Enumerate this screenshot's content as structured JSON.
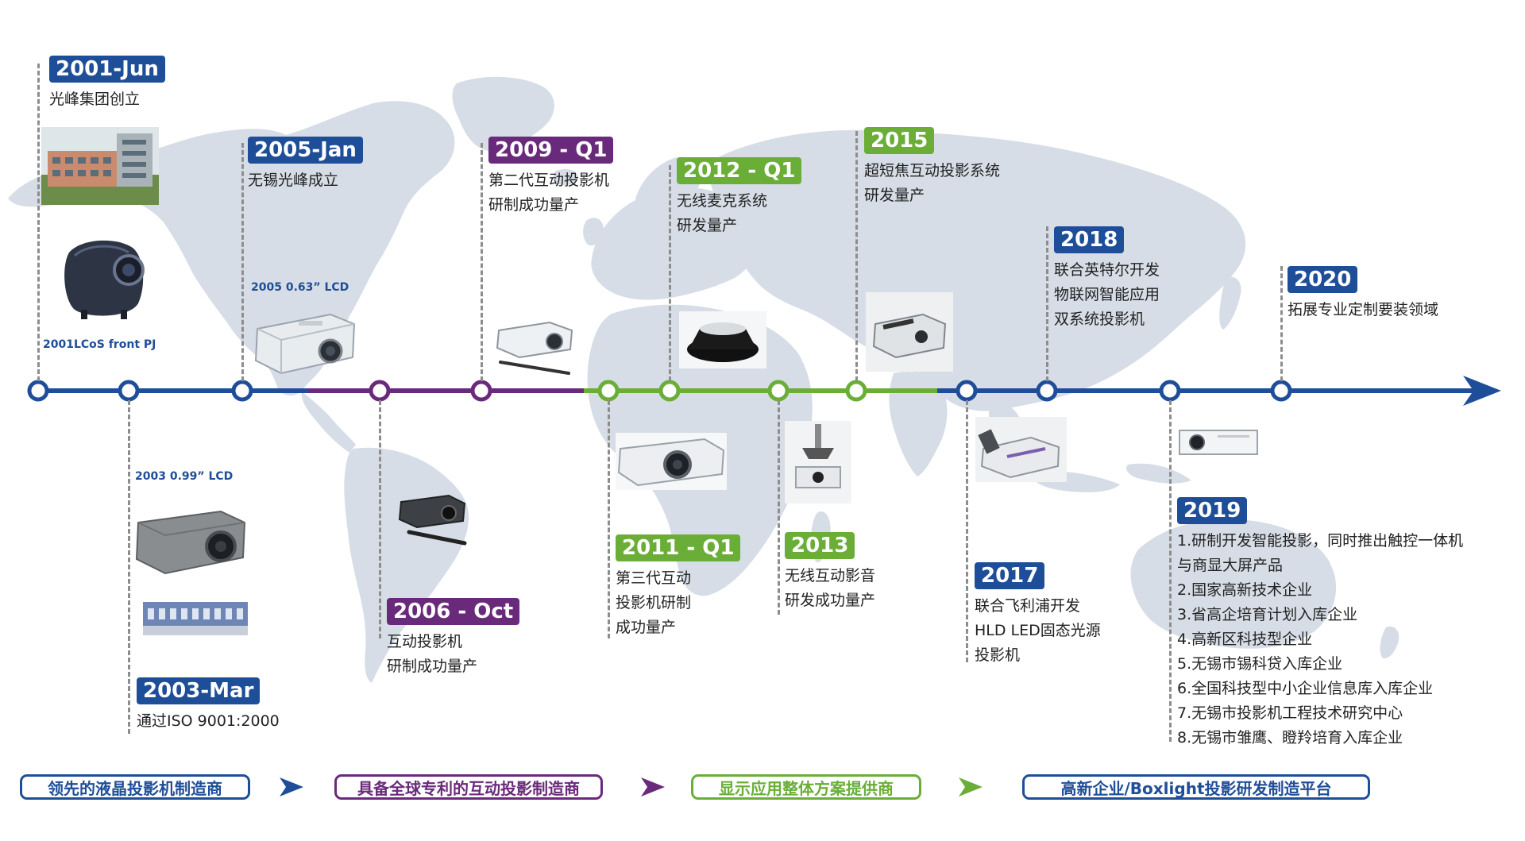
{
  "colors": {
    "blue": "#1f4e99",
    "purple": "#6a2a7b",
    "green": "#6aae37",
    "map": "#d6dde6",
    "dash": "#8d8d8d"
  },
  "events": [
    {
      "id": "2001",
      "date": "2001-Jun",
      "color": "blue",
      "lines": [
        "光峰集团创立"
      ]
    },
    {
      "id": "2003",
      "date": "2003-Mar",
      "color": "blue",
      "lines": [
        "通过ISO 9001:2000"
      ]
    },
    {
      "id": "2005",
      "date": "2005-Jan",
      "color": "blue",
      "lines": [
        "无锡光峰成立"
      ]
    },
    {
      "id": "2006",
      "date": "2006 - Oct",
      "color": "purple",
      "lines": [
        "互动投影机",
        "研制成功量产"
      ]
    },
    {
      "id": "2009",
      "date": "2009 - Q1",
      "color": "purple",
      "lines": [
        "第二代互动投影机",
        "研制成功量产"
      ]
    },
    {
      "id": "2011",
      "date": "2011 - Q1",
      "color": "green",
      "lines": [
        "第三代互动",
        "投影机研制",
        "成功量产"
      ]
    },
    {
      "id": "2012",
      "date": "2012 - Q1",
      "color": "green",
      "lines": [
        "无线麦克系统",
        "研发量产"
      ]
    },
    {
      "id": "2013",
      "date": "2013",
      "color": "green",
      "lines": [
        "无线互动影音",
        "研发成功量产"
      ]
    },
    {
      "id": "2015",
      "date": "2015",
      "color": "green",
      "lines": [
        "超短焦互动投影系统",
        "研发量产"
      ]
    },
    {
      "id": "2017",
      "date": "2017",
      "color": "blue",
      "lines": [
        "联合飞利浦开发",
        "HLD LED固态光源",
        "投影机"
      ]
    },
    {
      "id": "2018",
      "date": "2018",
      "color": "blue",
      "lines": [
        "联合英特尔开发",
        "物联网智能应用",
        "双系统投影机"
      ]
    },
    {
      "id": "2019",
      "date": "2019",
      "color": "blue",
      "lines": [
        "1.研制开发智能投影，同时推出触控一体机",
        "与商显大屏产品",
        "2.国家高新技术企业",
        "3.省高企培育计划入库企业",
        "4.高新区科技型企业",
        "5.无锡市锡科贷入库企业",
        "6.全国科技型中小企业信息库入库企业",
        "7.无锡市投影机工程技术研究中心",
        "8.无锡市雏鹰、瞪羚培育入库企业"
      ]
    },
    {
      "id": "2020",
      "date": "2020",
      "color": "blue",
      "lines": [
        "拓展专业定制要装领域"
      ]
    }
  ],
  "captions": {
    "c2001": "2001LCoS  front PJ",
    "c2003": "2003  0.99”  LCD",
    "c2005": "2005  0.63”  LCD"
  },
  "stages": [
    {
      "label": "领先的液晶投影机制造商",
      "color": "blue"
    },
    {
      "label": "具备全球专利的互动投影制造商",
      "color": "purple"
    },
    {
      "label": "显示应用整体方案提供商",
      "color": "green"
    },
    {
      "label": "高新企业/Boxlight投影研发制造平台",
      "color": "blue"
    }
  ],
  "icons": [
    "building-photo",
    "lcos-projector-photo",
    "lcd-projector-photo",
    "factory-photo",
    "interactive-projector-photo",
    "wireless-mic-photo",
    "short-throw-projector-photo",
    "ceiling-mount-projector-photo",
    "led-projector-photo",
    "compact-projector-photo",
    "timeline-arrow-icon",
    "stage-arrow-icon"
  ]
}
